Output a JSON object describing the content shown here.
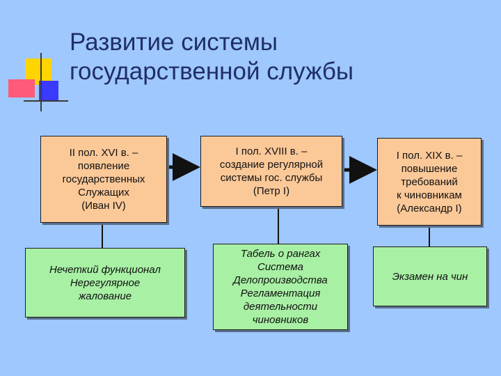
{
  "title": {
    "line1": "Развитие системы",
    "line2": "государственной службы"
  },
  "periods": [
    {
      "lines": [
        "II пол. XVI в. –",
        "появление",
        "государственных",
        "Служащих",
        "(Иван IV)"
      ]
    },
    {
      "lines": [
        "I пол. XVIII в. –",
        "создание регулярной",
        "системы гос. службы",
        "(Петр I)"
      ]
    },
    {
      "lines": [
        "I пол. XIX в. –",
        "повышение",
        "требований",
        "к чиновникам",
        "(Александр I)"
      ]
    }
  ],
  "features": [
    {
      "lines": [
        "Нечеткий функционал",
        "Нерегулярное",
        "жалование"
      ]
    },
    {
      "lines": [
        "Табель о рангах",
        "Система",
        "Делопроизводства",
        "Регламентация",
        "деятельности",
        "чиновников"
      ]
    },
    {
      "lines": [
        "Экзамен на чин"
      ]
    }
  ],
  "colors": {
    "background": "#9fc8ff",
    "period_box": "#fbc898",
    "feature_box": "#a8f0a4",
    "decor_yellow": "#ffd400",
    "decor_red": "#ff5a7a",
    "decor_blue": "#3a3aff"
  }
}
